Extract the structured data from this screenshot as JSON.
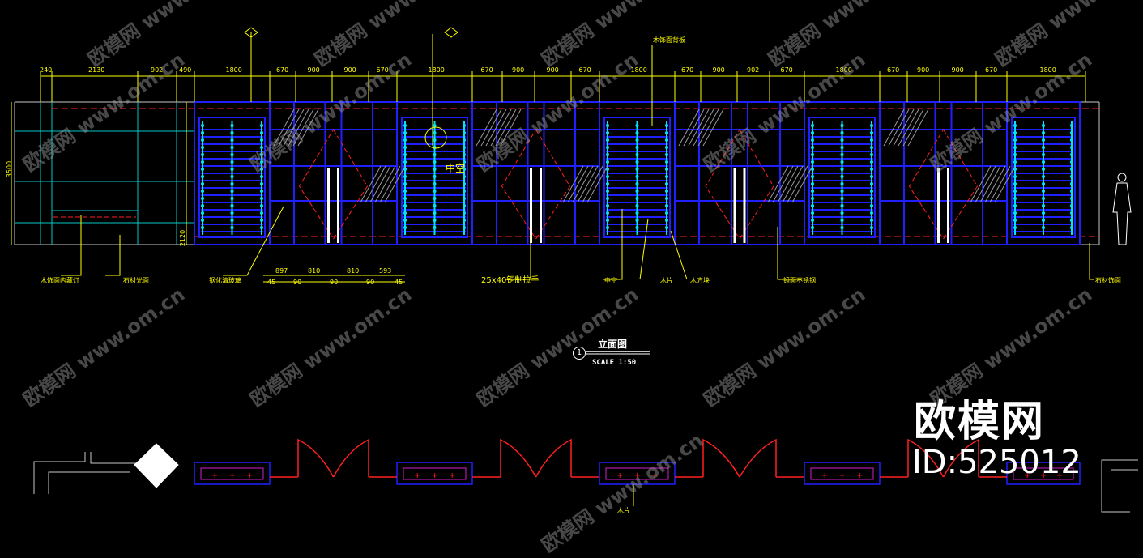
{
  "drawing": {
    "title": "立面图",
    "number": "1",
    "scale": "SCALE 1:50",
    "center_label": "中空",
    "top_dims": [
      "240",
      "2130",
      "902",
      "490",
      "1800",
      "670",
      "900",
      "900",
      "670",
      "1800",
      "670",
      "900",
      "900",
      "670",
      "1800",
      "670",
      "900",
      "902",
      "670",
      "1800",
      "670",
      "900",
      "900",
      "670",
      "1800"
    ],
    "top_tags": [
      "木饰面背板"
    ],
    "bottom_dims_1": [
      "897",
      "810",
      "810",
      "593"
    ],
    "bottom_dims_2": [
      "45",
      "90",
      "90",
      "90",
      "45"
    ],
    "height_dims": [
      "3500",
      "2120"
    ],
    "callouts": [
      "木饰面内藏灯",
      "石材光面",
      "钢化清玻璃",
      "25x40铜制拉手",
      "中空",
      "木片",
      "木方块",
      "镜面不锈钢",
      "石材饰面"
    ],
    "plan_callout": "木片"
  },
  "watermark": {
    "text": "欧模网  www.om.cn",
    "brand": "欧模网",
    "id": "ID:525012"
  },
  "colors": {
    "background": "#000000",
    "dimension": "#ffff00",
    "frame": "#2020ff",
    "light": "#00e5ff",
    "dash": "#ff2020",
    "cyan_line": "#00c8c8",
    "white": "#ffffff"
  }
}
